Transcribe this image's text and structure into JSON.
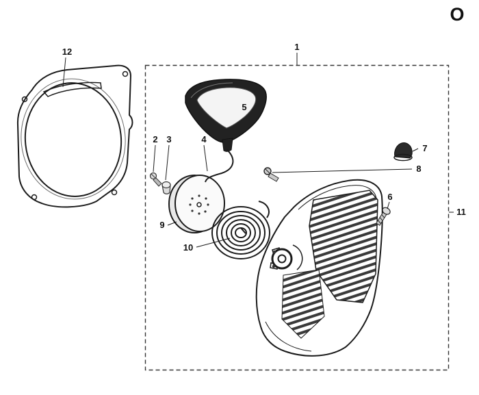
{
  "page": {
    "letter": "O"
  },
  "labels": {
    "p1": "1",
    "p2": "2",
    "p3": "3",
    "p4": "4",
    "p5": "5",
    "p6": "6",
    "p7": "7",
    "p8": "8",
    "p9": "9",
    "p10": "10",
    "p11": "11",
    "p12": "12"
  },
  "colors": {
    "ink": "#1a1a1a",
    "background": "#ffffff",
    "handle_fill": "#222222"
  }
}
